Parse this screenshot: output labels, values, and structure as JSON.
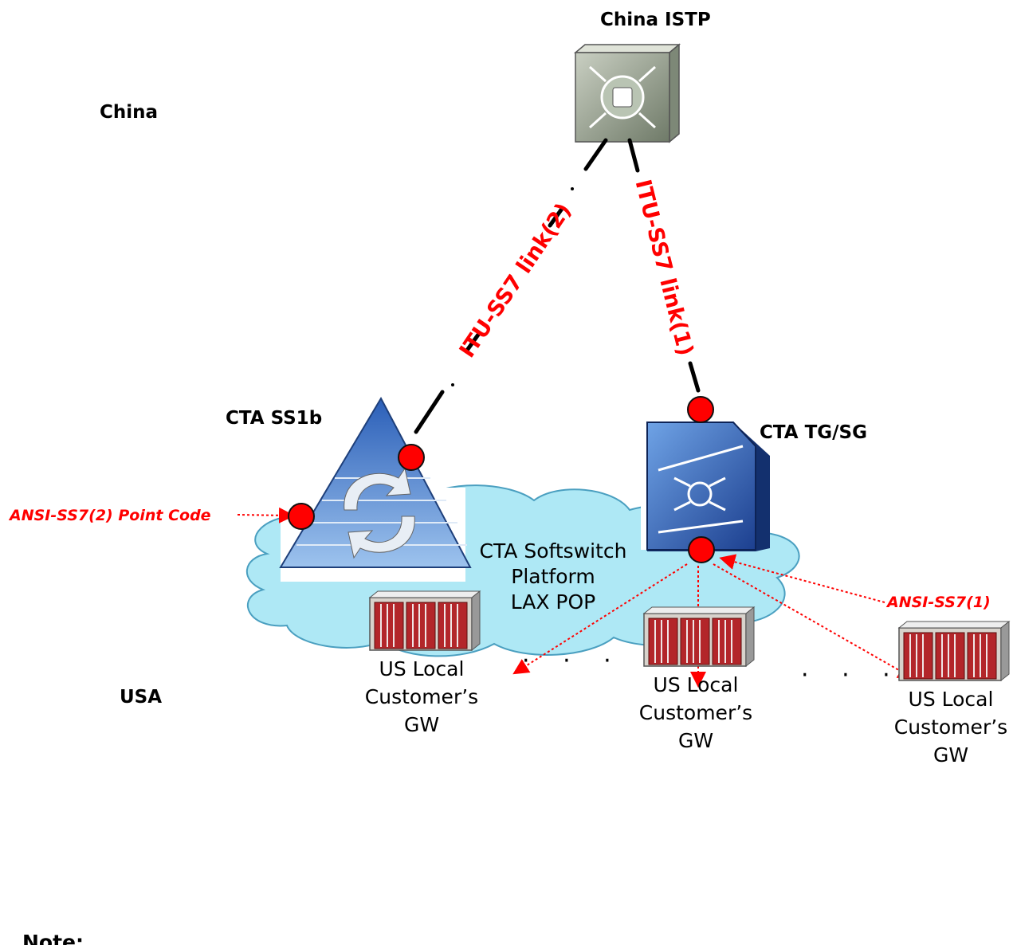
{
  "regions": {
    "china": "China",
    "usa": "USA"
  },
  "nodes": {
    "china_istp": "China ISTP",
    "cta_ss1b": "CTA SS1b",
    "cta_tg_sg": "CTA TG/SG"
  },
  "cloud": {
    "line1": "CTA Softswitch",
    "line2": "Platform",
    "line3": "LAX POP"
  },
  "links": {
    "itu_link2": "ITU-SS7 link(2)",
    "itu_link1": "ITU-SS7 link(1)",
    "ansi2": "ANSI-SS7(2) Point Code",
    "ansi1": "ANSI-SS7(1)"
  },
  "gateways": [
    {
      "line1": "US Local",
      "line2": "Customer’s",
      "line3": "GW"
    },
    {
      "line1": "US Local",
      "line2": "Customer’s",
      "line3": "GW"
    },
    {
      "line1": "US Local",
      "line2": "Customer’s",
      "line3": "GW"
    }
  ],
  "ellipsis": "· · ·",
  "note": "Note:",
  "colors": {
    "accent_red": "#ff0000",
    "cloud_fill": "#aee8f5",
    "link_black": "#000000"
  }
}
